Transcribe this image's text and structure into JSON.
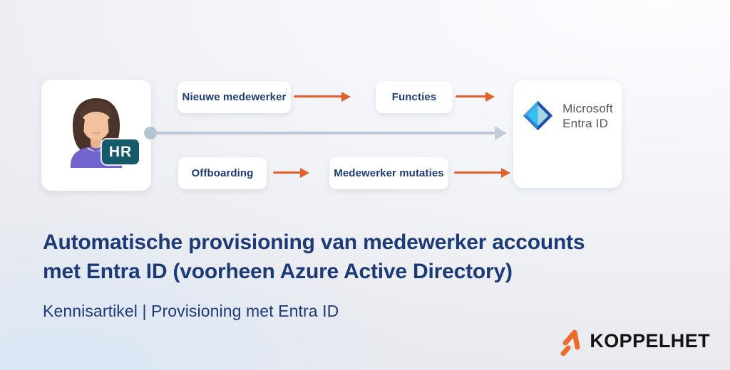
{
  "diagram": {
    "hr": {
      "badge_label": "HR"
    },
    "flow_boxes": [
      {
        "label": "Nieuwe medewerker"
      },
      {
        "label": "Functies"
      },
      {
        "label": "Offboarding"
      },
      {
        "label": "Medewerker mutaties"
      }
    ],
    "entra": {
      "name_line1": "Microsoft",
      "name_line2": "Entra ID"
    },
    "colors": {
      "arrow_orange": "#e55f2d",
      "connector_gray": "#bcc8d3",
      "box_text_navy": "#1e3c74",
      "hr_badge_teal": "#155a6b"
    }
  },
  "heading": {
    "title_line1": "Automatische provisioning van medewerker accounts",
    "title_line2": "met Entra ID (voorheen Azure Active Directory)",
    "subtitle": "Kennisartikel | Provisioning met Entra ID",
    "title_color": "#1c3b76"
  },
  "brand": {
    "name": "KOPPELHET",
    "accent_color": "#ee6b2b",
    "text_color": "#131313"
  }
}
